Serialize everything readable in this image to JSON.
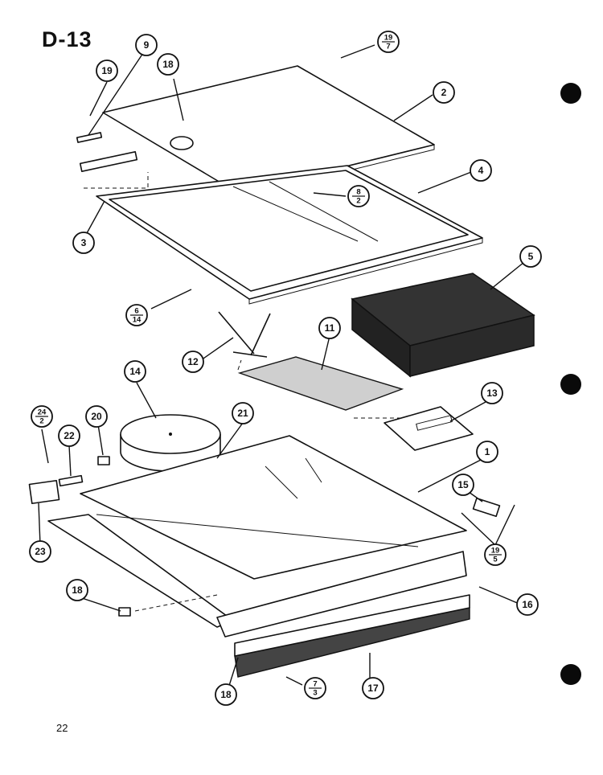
{
  "diagram_title": "D-13",
  "page_number": "22",
  "callouts": [
    {
      "id": "c9",
      "label": "9"
    },
    {
      "id": "c19a",
      "label": "19"
    },
    {
      "id": "c18a",
      "label": "18"
    },
    {
      "id": "c19-7",
      "top": "19",
      "bottom": "7"
    },
    {
      "id": "c2",
      "label": "2"
    },
    {
      "id": "c4",
      "label": "4"
    },
    {
      "id": "c8-2",
      "top": "8",
      "bottom": "2"
    },
    {
      "id": "c3",
      "label": "3"
    },
    {
      "id": "c6-14",
      "top": "6",
      "bottom": "14"
    },
    {
      "id": "c5",
      "label": "5"
    },
    {
      "id": "c12",
      "label": "12"
    },
    {
      "id": "c11",
      "label": "11"
    },
    {
      "id": "c14",
      "label": "14"
    },
    {
      "id": "c13",
      "label": "13"
    },
    {
      "id": "c24-2",
      "top": "24",
      "bottom": "2"
    },
    {
      "id": "c20",
      "label": "20"
    },
    {
      "id": "c21",
      "label": "21"
    },
    {
      "id": "c22",
      "label": "22"
    },
    {
      "id": "c1",
      "label": "1"
    },
    {
      "id": "c15",
      "label": "15"
    },
    {
      "id": "c19-5",
      "top": "19",
      "bottom": "5"
    },
    {
      "id": "c23",
      "label": "23"
    },
    {
      "id": "c18b",
      "label": "18"
    },
    {
      "id": "c16",
      "label": "16"
    },
    {
      "id": "c7-3",
      "top": "7",
      "bottom": "3"
    },
    {
      "id": "c18c",
      "label": "18"
    },
    {
      "id": "c17",
      "label": "17"
    }
  ]
}
